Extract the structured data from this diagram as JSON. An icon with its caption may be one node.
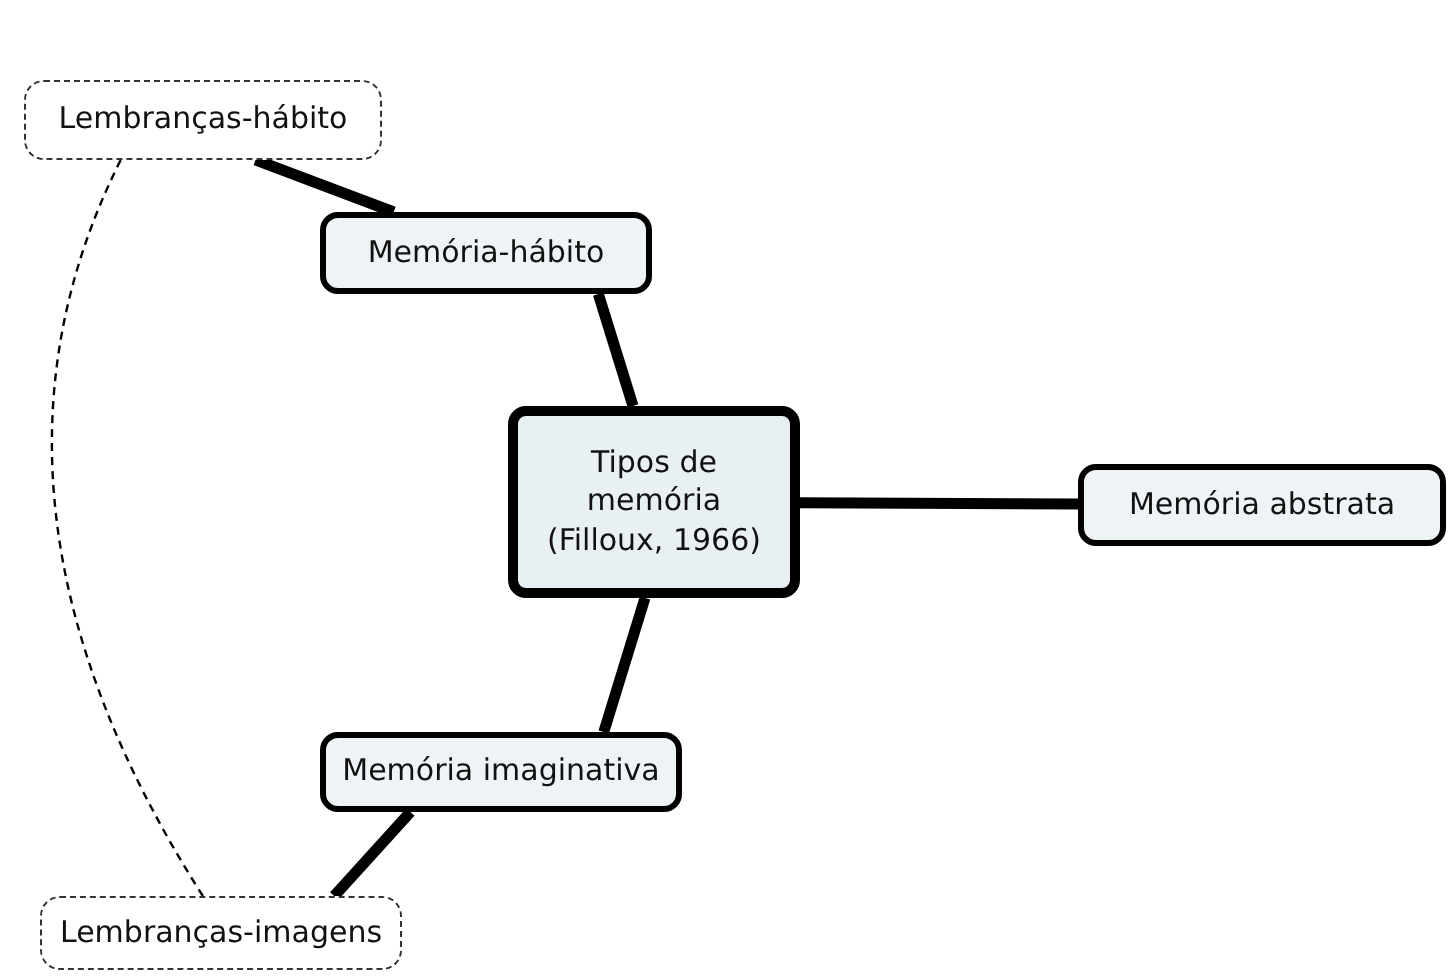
{
  "diagram": {
    "nodes": [
      {
        "text": [
          "Tipos de memória (Filloux, 1966)"
        ]
      },
      {
        "text": [
          "Memória-hábito"
        ]
      },
      {
        "text": [
          "Memória abstrata"
        ]
      },
      {
        "text": [
          "Memória imaginativa"
        ]
      },
      {
        "text": [
          "Lembranças-hábito"
        ]
      },
      {
        "text": [
          "Lembranças-imagens"
        ]
      }
    ],
    "edges": [
      {
        "from": 0,
        "to": 1,
        "arrow": "none"
      },
      {
        "from": 0,
        "to": 2,
        "arrow": "none"
      },
      {
        "from": 0,
        "to": 3,
        "arrow": "none"
      },
      {
        "from": 1,
        "to": 4,
        "arrow": "none"
      },
      {
        "from": 3,
        "to": 5,
        "arrow": "none"
      },
      {
        "from": 4,
        "to": 5,
        "arrow": "none",
        "style": "dashed"
      }
    ]
  }
}
